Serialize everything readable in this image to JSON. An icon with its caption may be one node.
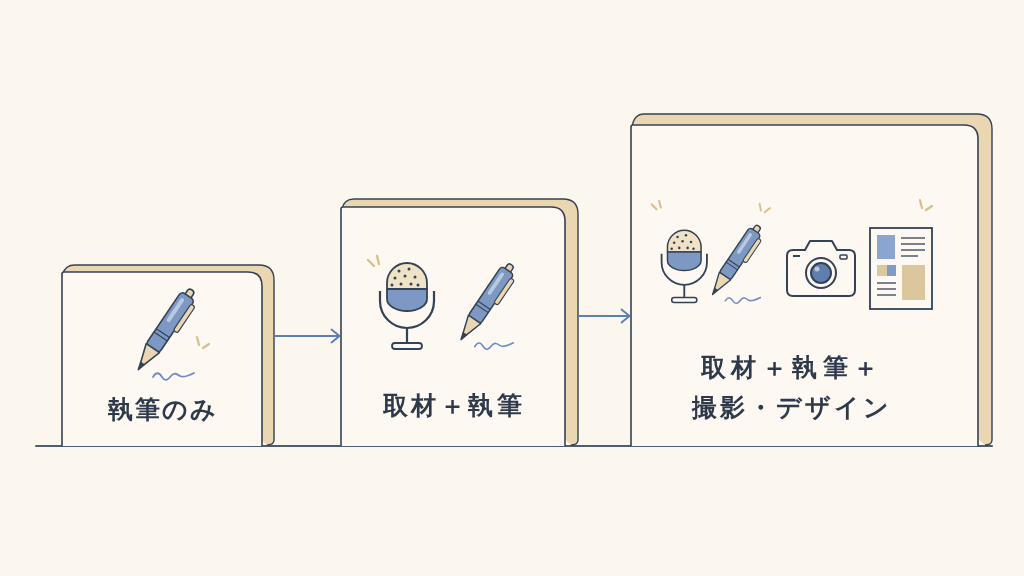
{
  "diagram": {
    "nodes": [
      {
        "text": [
          "執筆のみ"
        ]
      },
      {
        "text": [
          "取材＋執筆"
        ]
      },
      {
        "text": [
          "取材＋執筆＋撮影・デザイン"
        ]
      }
    ],
    "edges": [
      {
        "from": 0,
        "to": 1,
        "arrow": "to"
      },
      {
        "from": 1,
        "to": 2,
        "arrow": "to"
      }
    ]
  }
}
